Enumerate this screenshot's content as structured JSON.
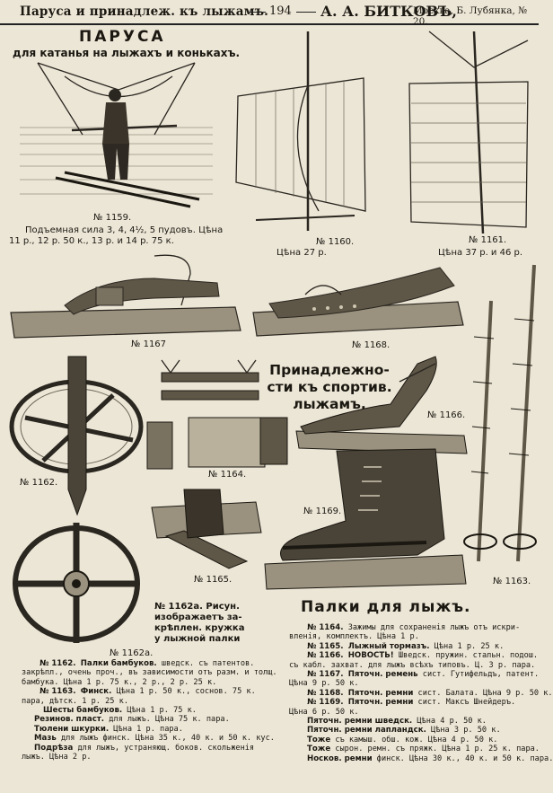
{
  "header": {
    "left": "Паруса и принадлеж. къ лыжамъ.",
    "page_number": "194",
    "firm": "А. А. БИТКОВЪ,",
    "address": "Москва, Б. Лубянка, № 20."
  },
  "sails": {
    "title": "ПАРУСА",
    "subtitle": "для катанья на лыжахъ и конькахъ.",
    "item_1159": {
      "number": "№ 1159.",
      "caption_1": "Подъемная сила 3, 4, 4½, 5 пудовъ. Цѣна",
      "caption_2": "11 р., 12 р. 50 к., 13 р. и 14 р. 75 к."
    },
    "item_1160": {
      "number": "№ 1160.",
      "price": "Цѣна 27 р."
    },
    "item_1161": {
      "number": "№ 1161.",
      "price": "Цѣна 37 р. и 46 р."
    }
  },
  "labels": {
    "n1167": "№ 1167",
    "n1168": "№ 1168.",
    "n1166": "№ 1166.",
    "n1162": "№ 1162.",
    "n1164": "№ 1164.",
    "n1169": "№ 1169.",
    "n1165": "№ 1165.",
    "n1163": "№ 1163.",
    "n1162a": "№ 1162а."
  },
  "accessories_title": {
    "line1": "Принадлежно-",
    "line2": "сти къ спортив.",
    "line3": "лыжамъ."
  },
  "note_1162a": {
    "l1": "№ 1162а. Рисун.",
    "l2": "изображаетъ за-",
    "l3": "крѣплен. кружка",
    "l4": "у лыжной палки"
  },
  "poles_title": "Палки для лыжъ.",
  "left_column": [
    {
      "head": "№ 1162.",
      "bold": "Палки бамбуков.",
      "rest": " шведск. съ патентов."
    },
    {
      "head": "",
      "bold": "",
      "rest": "закрѣпл., очень проч., въ зависимости отъ разм. и толщ."
    },
    {
      "head": "",
      "bold": "",
      "rest": "бамбука. Цѣна 1 р. 75 к., 2 р., 2 р. 25 к."
    },
    {
      "head": "№ 1163.",
      "bold": "Финск.",
      "rest": " Цѣна 1 р. 50 к., соснов. 75 к."
    },
    {
      "head": "",
      "bold": "",
      "rest": "пара, дѣтск. 1 р. 25 к."
    },
    {
      "head": "",
      "bold": "Шесты бамбуков.",
      "rest": " Цѣна 1 р. 75 к."
    },
    {
      "head": "",
      "bold": "Резинов. пласт.",
      "rest": " для лыжъ. Цѣна 75 к. пара."
    },
    {
      "head": "",
      "bold": "Тюлени шкурки.",
      "rest": " Цѣна 1 р. пара."
    },
    {
      "head": "",
      "bold": "Мазь",
      "rest": " для лыжъ финск. Цѣна 35 к., 40 к. и 50 к. кус."
    },
    {
      "head": "",
      "bold": "Подрѣза",
      "rest": " для лыжъ, устраняющ. боков. скольженія"
    },
    {
      "head": "",
      "bold": "",
      "rest": "лыжъ. Цѣна 2 р."
    }
  ],
  "right_column": [
    {
      "head": "№ 1164.",
      "bold": "",
      "rest": " Зажимы для сохраненія лыжъ отъ искри-"
    },
    {
      "head": "",
      "bold": "",
      "rest": "вленія, комплектъ. Цѣна 1 р."
    },
    {
      "head": "№ 1165.",
      "bold": "Лыжный тормазъ.",
      "rest": " Цѣна 1 р. 25 к."
    },
    {
      "head": "№ 1166.",
      "bold": "НОВОСТЬ!",
      "rest": " Шведск. пружин. стальн. подош."
    },
    {
      "head": "",
      "bold": "",
      "rest": "съ кабл. захват. для лыжъ всѣхъ типовъ. Ц. 3 р. пара."
    },
    {
      "head": "№ 1167.",
      "bold": "Пяточн. ремень",
      "rest": " сист. Гутифельдъ, патент."
    },
    {
      "head": "",
      "bold": "",
      "rest": "Цѣна 9 р. 50 к."
    },
    {
      "head": "№ 1168.",
      "bold": "Пяточн. ремни",
      "rest": " сист. Балата. Цѣна 9 р. 50 к."
    },
    {
      "head": "№ 1169.",
      "bold": "Пяточн. ремни",
      "rest": " сист. Максъ Шнейдеръ."
    },
    {
      "head": "",
      "bold": "",
      "rest": "Цѣна 6 р. 50 к."
    },
    {
      "head": "",
      "bold": "Пяточн. ремни шведск.",
      "rest": " Цѣна 4 р. 50 к."
    },
    {
      "head": "",
      "bold": "Пяточн. ремни лапландск.",
      "rest": " Цѣна 3 р. 50 к."
    },
    {
      "head": "",
      "bold": "Тоже",
      "rest": " съ камыш. обш. кож. Цѣна 4 р. 50 к."
    },
    {
      "head": "",
      "bold": "Тоже",
      "rest": " сырон. ремн. съ пряжк. Цѣна 1 р. 25 к. пара."
    },
    {
      "head": "",
      "bold": "Носков. ремни",
      "rest": " финск. Цѣна 30 к., 40 к. и 50 к. пара."
    }
  ]
}
